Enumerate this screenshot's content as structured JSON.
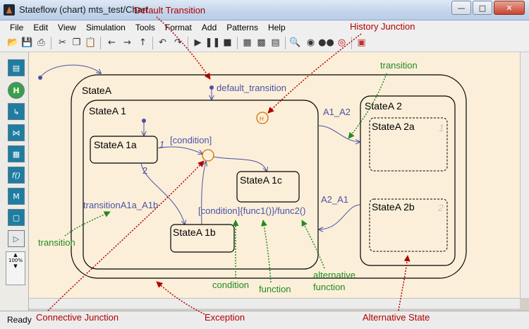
{
  "window": {
    "title": "Stateflow (chart) mts_test/Chart",
    "controls": [
      "minimize-icon",
      "maximize-icon",
      "close-icon"
    ]
  },
  "menu": [
    "File",
    "Edit",
    "View",
    "Simulation",
    "Tools",
    "Format",
    "Add",
    "Patterns",
    "Help"
  ],
  "toolbar_icons": [
    "open-icon",
    "save-icon",
    "print-icon",
    "cut-icon",
    "copy-icon",
    "paste-icon",
    "back-icon",
    "forward-icon",
    "up-icon",
    "undo-icon",
    "redo-icon",
    "start-icon",
    "pause-icon",
    "stop-icon",
    "build-icon",
    "debug-icon",
    "explorer-icon",
    "find-icon",
    "breakpoint-icon",
    "binoculars-icon",
    "target-icon",
    "model-icon"
  ],
  "palette_icons": [
    "state-tool-icon",
    "history-junction-tool-icon",
    "default-transition-tool-icon",
    "connective-junction-tool-icon",
    "truth-table-tool-icon",
    "graphical-function-tool-icon",
    "embedded-matlab-tool-icon",
    "box-tool-icon",
    "simulink-function-tool-icon"
  ],
  "zoom": "100%",
  "status": "Ready",
  "chart": {
    "states": {
      "a": "StateA",
      "a1": "StateA 1",
      "a1a": "StateA 1a",
      "a1b": "StateA 1b",
      "a1c": "StateA 1c",
      "a2": "StateA 2",
      "a2a": "StateA 2a",
      "a2b": "StateA 2b",
      "a2a_order": "1",
      "a2b_order": "2"
    },
    "history_symbol": "H",
    "transitions": {
      "default": "default_transition",
      "cond": "[condition]",
      "order1": "1",
      "order2": "2",
      "a1a_a1b": "transitionA1a_A1b",
      "a1_a2": "A1_A2",
      "a2_a1": "A2_A1",
      "action": "[condition]{func1()}/func2()"
    }
  },
  "annotations": {
    "default_transition": "Default Transition",
    "history_junction": "History Junction",
    "transition_top": "transition",
    "transition_left": "transition",
    "condition": "condition",
    "function": "function",
    "alternative_function_1": "alternative",
    "alternative_function_2": "function",
    "connective_junction": "Connective Junction",
    "exception": "Exception",
    "alternative_state": "Alternative State"
  },
  "colors": {
    "canvas": "#fcefd9",
    "transition": "#4a52a6",
    "annotation_red": "#b00000",
    "annotation_green": "#238a23"
  }
}
